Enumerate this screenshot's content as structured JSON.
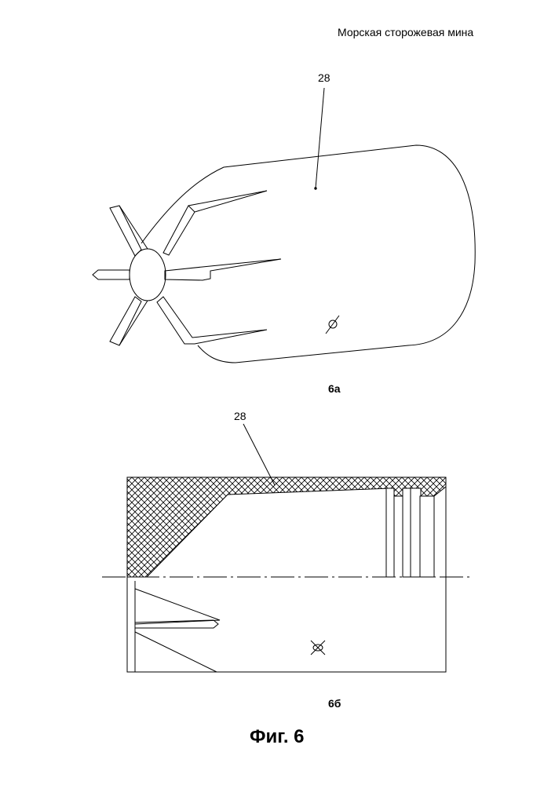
{
  "header": {
    "title": "Морская сторожевая мина"
  },
  "figure_a": {
    "ref_number": "28",
    "caption": "6а"
  },
  "figure_b": {
    "ref_number": "28",
    "caption": "6б"
  },
  "figure_title": "Фиг. 6"
}
